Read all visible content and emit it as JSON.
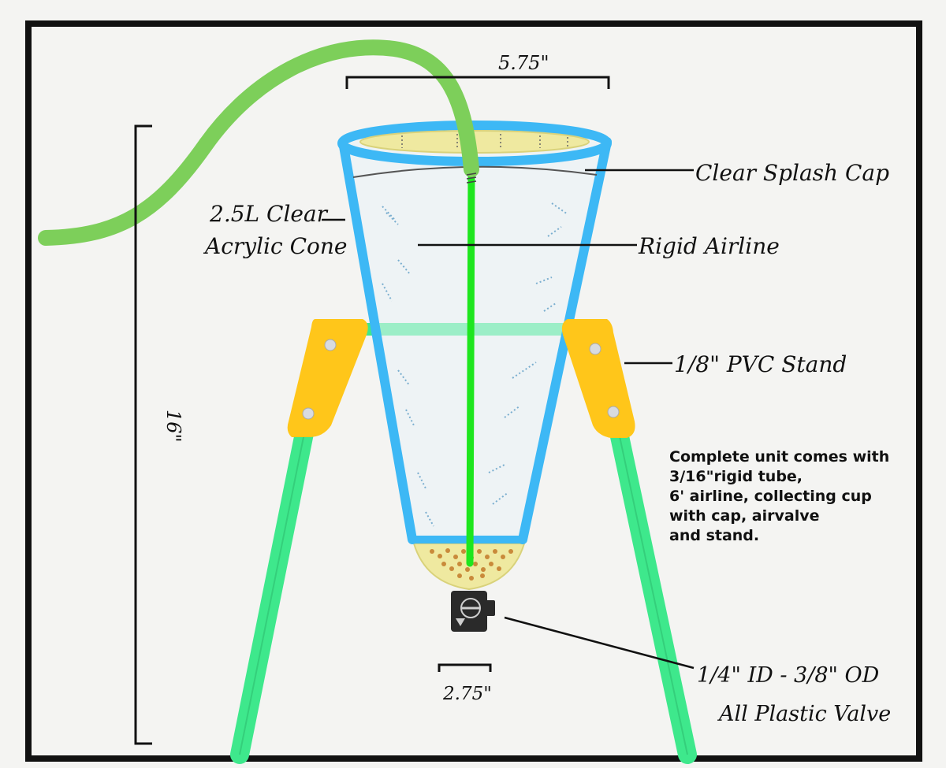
{
  "labels": {
    "top_width": "5.75\"",
    "splash_cap": "Clear Splash Cap",
    "cone_line1": "2.5L Clear",
    "cone_line2": "Acrylic Cone",
    "rigid_airline": "Rigid Airline",
    "stand": "1/8\" PVC Stand",
    "height": "16\"",
    "bottom_width": "2.75\"",
    "valve_line1": "1/4\" ID - 3/8\" OD",
    "valve_line2": "All Plastic Valve"
  },
  "note": {
    "lines": [
      "Complete unit comes with",
      "3/16\"rigid tube,",
      "6' airline, collecting cup",
      "with cap, airvalve",
      "and stand."
    ]
  },
  "colors": {
    "frame": "#111111",
    "cone": "#3db8f5",
    "airline_soft": "#7dcf5a",
    "rigid_tube": "#1ee61e",
    "stand_legs": "#3ee88c",
    "brackets": "#ffc61a",
    "cup": "#efe9a0",
    "eggs": "#c98a3a",
    "valve": "#2a2a2a"
  }
}
